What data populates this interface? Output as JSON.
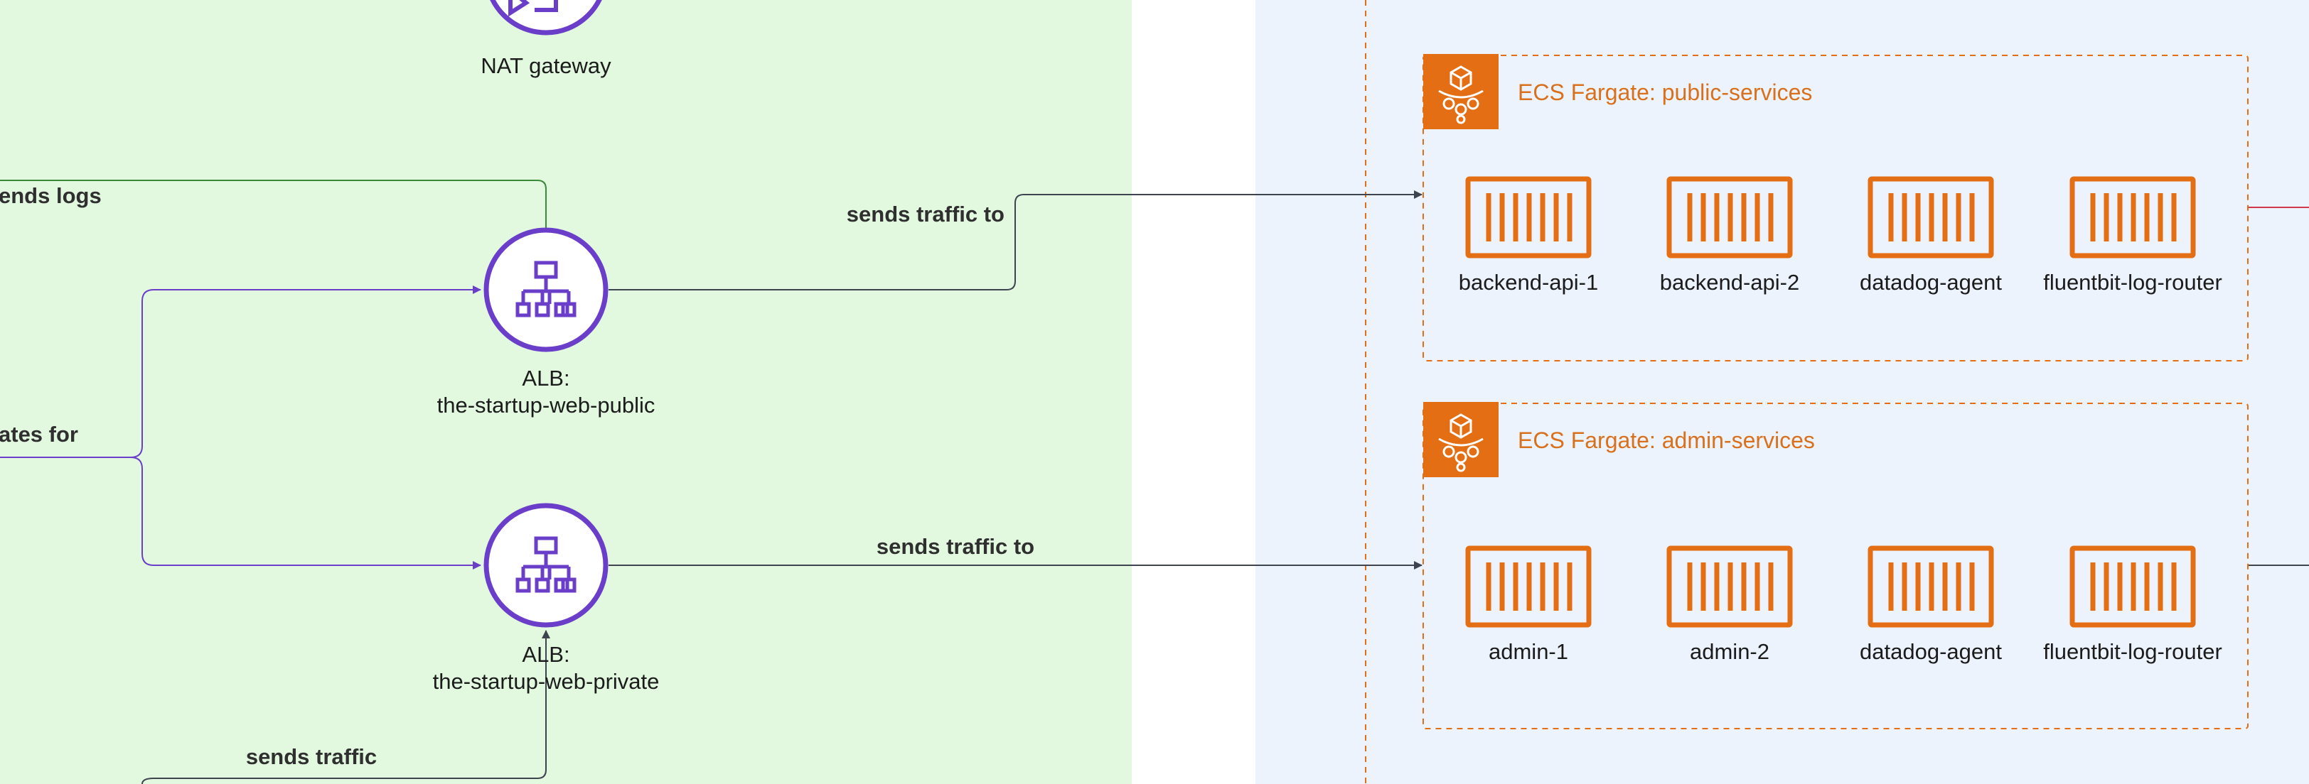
{
  "colors": {
    "green_zone": "#e2f9e0",
    "blue_zone": "#ecf3fd",
    "orange": "#e36e14",
    "purple": "#6b3ec9",
    "green_line": "#3a8a3a",
    "dark_line": "#3d4450",
    "red_line": "#d0374d"
  },
  "nodes": {
    "nat": {
      "label": "NAT gateway",
      "icon": "nat-gateway-icon"
    },
    "alb_public": {
      "label_line1": "ALB:",
      "label_line2": "the-startup-web-public",
      "icon": "load-balancer-icon"
    },
    "alb_private": {
      "label_line1": "ALB:",
      "label_line2": "the-startup-web-private",
      "icon": "load-balancer-icon"
    }
  },
  "edges": {
    "sends_logs": "ends logs",
    "creates_for": "ates for",
    "public_traffic": "sends traffic to",
    "private_traffic": "sends traffic to",
    "bottom_traffic": "sends traffic"
  },
  "groups": {
    "public": {
      "title": "ECS Fargate: public-services",
      "icon": "fargate-icon",
      "containers": [
        "backend-api-1",
        "backend-api-2",
        "datadog-agent",
        "fluentbit-log-router"
      ]
    },
    "admin": {
      "title": "ECS Fargate: admin-services",
      "icon": "fargate-icon",
      "containers": [
        "admin-1",
        "admin-2",
        "datadog-agent",
        "fluentbit-log-router"
      ]
    }
  }
}
